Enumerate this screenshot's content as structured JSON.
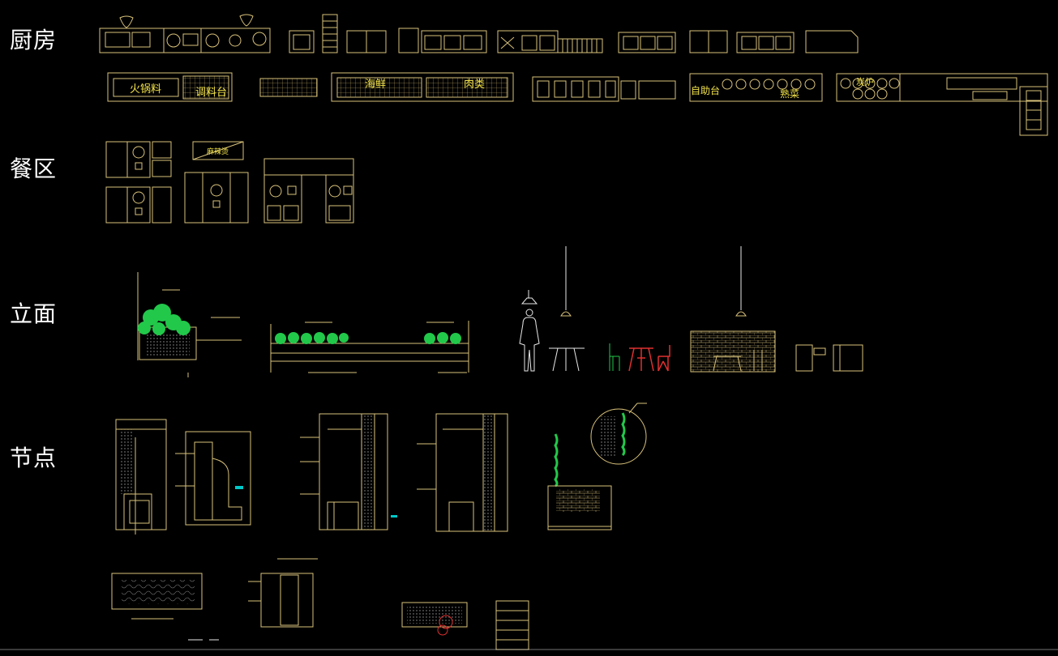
{
  "sections": {
    "kitchen": "厨房",
    "dining": "餐区",
    "elevation": "立面",
    "node": "节点"
  },
  "kitchen_labels": {
    "hotpot": "火锅料",
    "seasoning": "调料台",
    "seafood": "海鲜",
    "meat": "肉类",
    "buffet": "自助台",
    "cooked": "熟菜",
    "stove": "炭炉"
  },
  "dining_labels": {
    "dish": "麻辣烫"
  },
  "colors": {
    "background": "#000000",
    "line": "#d9c27a",
    "text": "#f2e24a",
    "plant": "#22c84a",
    "chair": "#e03030",
    "detail": "#00c8c8"
  }
}
